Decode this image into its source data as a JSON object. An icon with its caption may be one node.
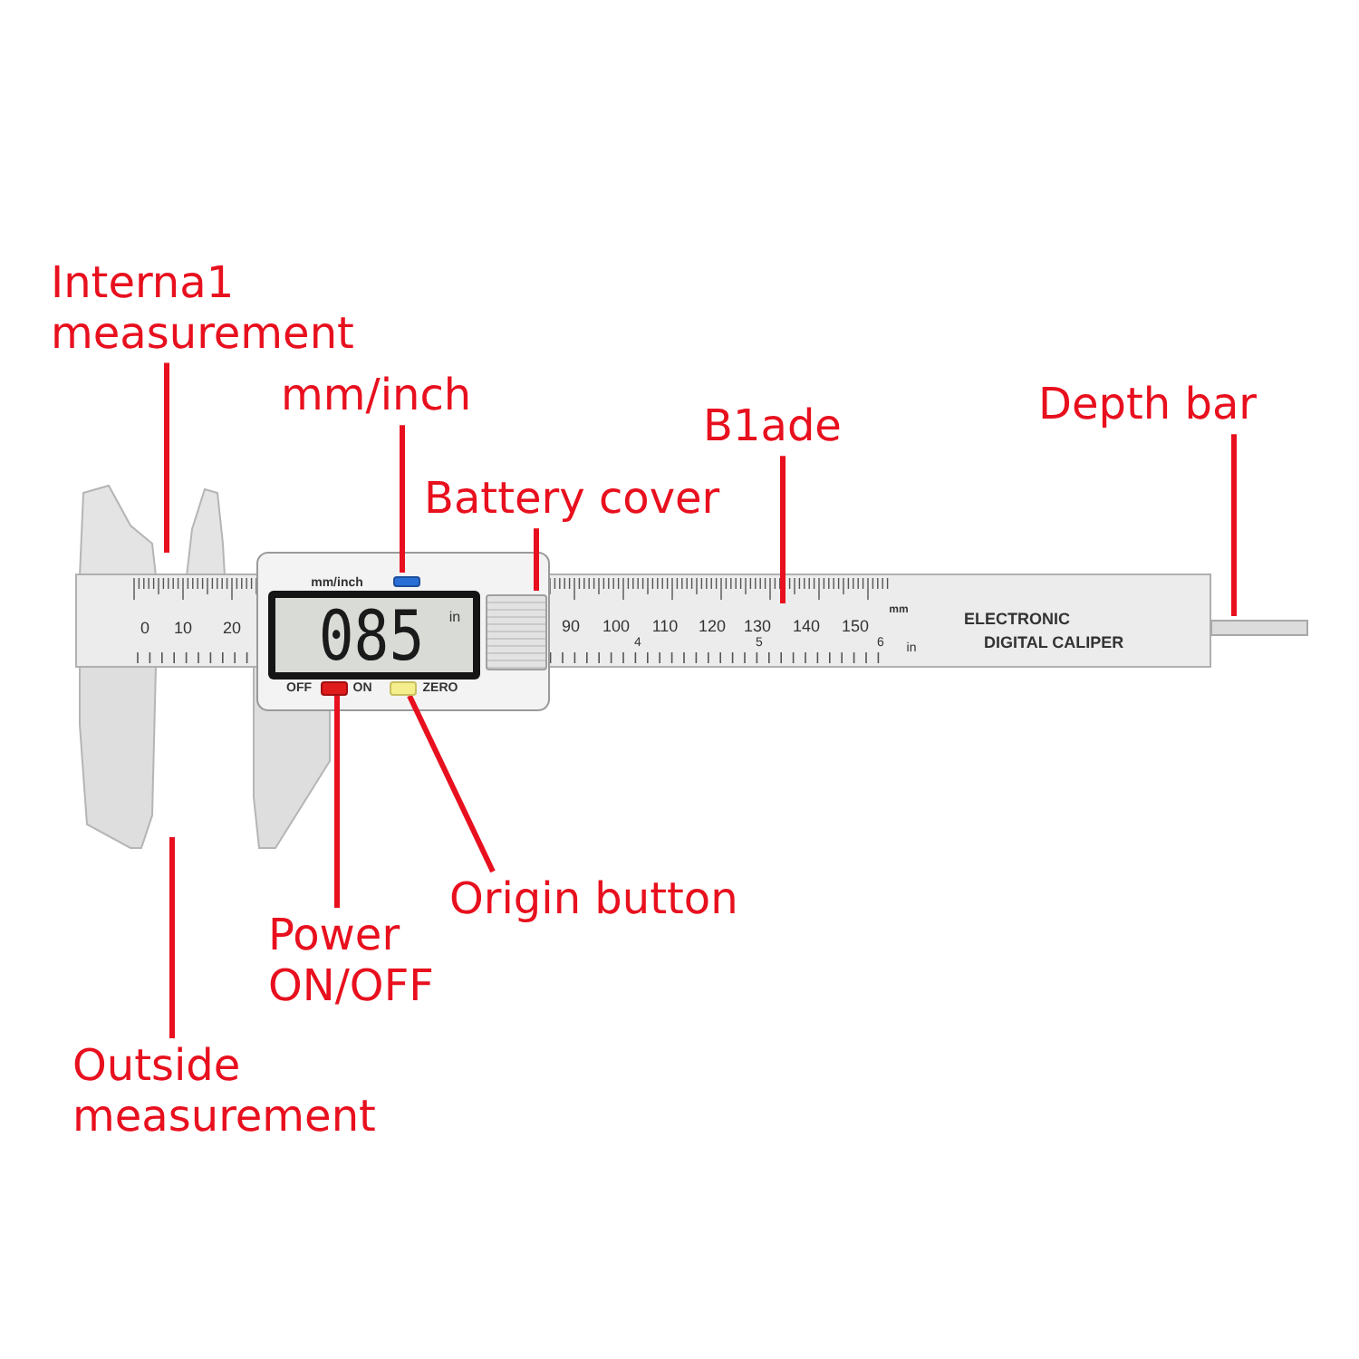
{
  "diagram": {
    "nodes": [
      {
        "text": [
          "Interna1 measurement"
        ]
      },
      {
        "text": [
          "mm/inch"
        ]
      },
      {
        "text": [
          "B1ade"
        ]
      },
      {
        "text": [
          "Depth bar"
        ]
      },
      {
        "text": [
          "Battery cover"
        ]
      },
      {
        "text": [],
        "shape": "box"
      },
      {
        "text": [],
        "shape": "box"
      },
      {
        "text": [],
        "shape": "bar"
      },
      {
        "text": [],
        "shape": "box"
      },
      {
        "text": [],
        "shape": "box"
      },
      {
        "text": [
          "Origin button"
        ]
      },
      {
        "text": [
          "Power ON/OFF"
        ]
      },
      {
        "text": [
          "Outside measurement"
        ]
      }
    ],
    "edges": [
      {
        "from": 0,
        "to": null,
        "arrow": "none"
      },
      {
        "from": 1,
        "to": 6,
        "arrow": "none"
      },
      {
        "from": 2,
        "to": null,
        "arrow": "none"
      },
      {
        "from": 3,
        "to": 7,
        "arrow": "none"
      },
      {
        "from": 4,
        "to": 5,
        "arrow": "none"
      },
      {
        "from": 10,
        "to": 9,
        "arrow": "none"
      },
      {
        "from": 11,
        "to": 8,
        "arrow": "none"
      },
      {
        "from": 12,
        "to": null,
        "arrow": "none"
      }
    ],
    "labels": [
      "mm/inch",
      "0",
      "10",
      "20",
      "085",
      "in",
      "90",
      "100",
      "110",
      "120",
      "130",
      "140",
      "150",
      "mm",
      "ELECTRONIC",
      "4",
      "5",
      "6",
      "in",
      "DIGITAL CALIPER",
      "OFF",
      "ON",
      "ZERO"
    ]
  }
}
